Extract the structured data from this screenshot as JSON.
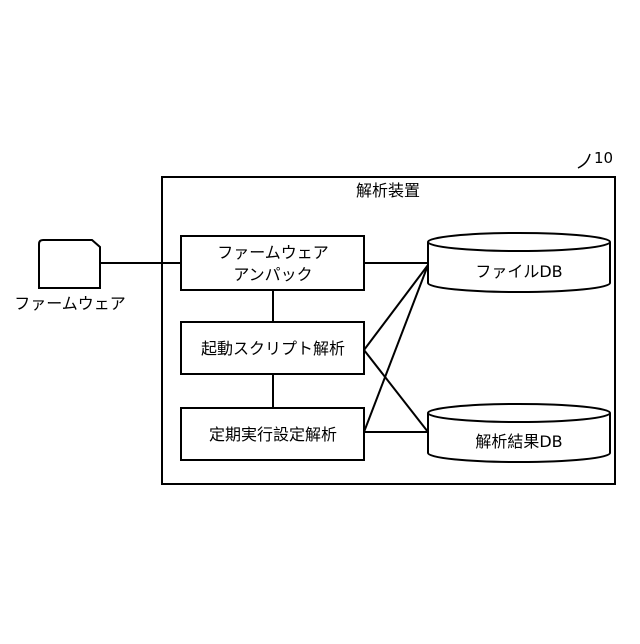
{
  "reference_number": "10",
  "device": {
    "title": "解析装置"
  },
  "firmware": {
    "label": "ファームウェア"
  },
  "modules": {
    "unpack": {
      "line1": "ファームウェア",
      "line2": "アンパック"
    },
    "startup_script": {
      "label": "起動スクリプト解析"
    },
    "schedule": {
      "label": "定期実行設定解析"
    }
  },
  "databases": {
    "file_db": {
      "label": "ファイルDB"
    },
    "result_db": {
      "label": "解析結果DB"
    }
  }
}
